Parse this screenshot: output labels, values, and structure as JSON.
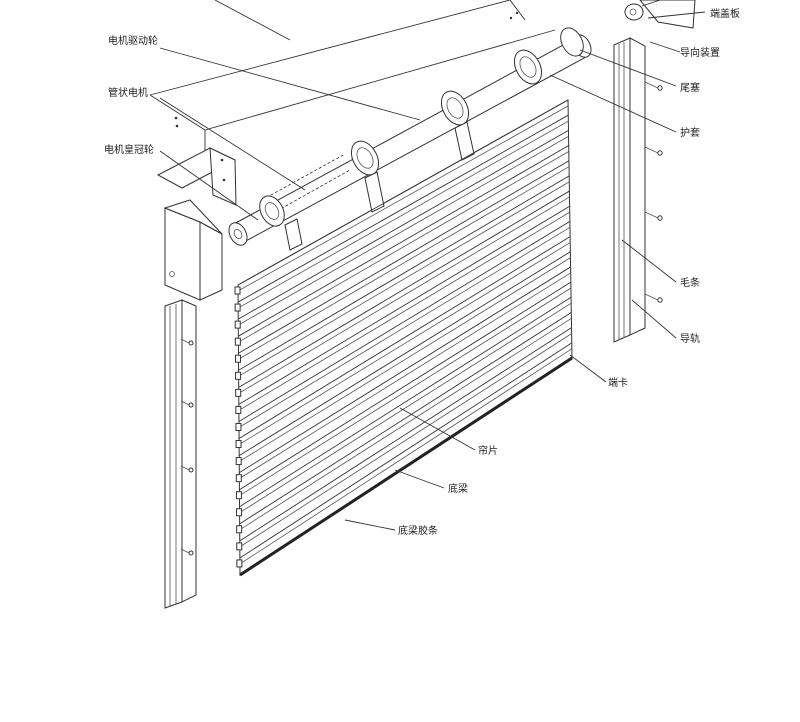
{
  "diagram": {
    "labels": {
      "motor_drive_wheel": "电机驱动轮",
      "tubular_motor": "管状电机",
      "motor_crown_wheel": "电机皇冠轮",
      "end_cap_plate": "端盖板",
      "guide_device": "导向装置",
      "tail_plug": "尾塞",
      "sleeve": "护套",
      "brush_strip": "毛条",
      "guide_rail": "导轨",
      "end_clip": "端卡",
      "curtain_slat": "帘片",
      "bottom_beam": "底梁",
      "bottom_beam_rubber": "底梁胶条"
    }
  }
}
